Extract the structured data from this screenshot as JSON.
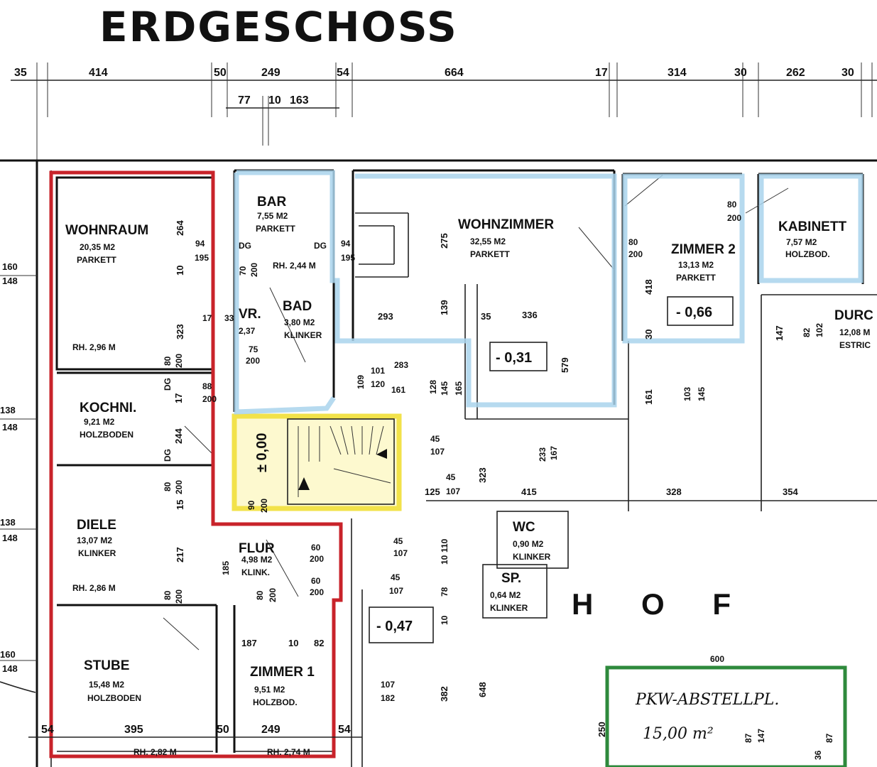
{
  "title": "ERDGESCHOSS",
  "dims_top": [
    "35",
    "414",
    "50",
    "249",
    "54",
    "664",
    "17",
    "314",
    "30",
    "262",
    "30"
  ],
  "dims_top2": [
    "77",
    "10",
    "163"
  ],
  "dims_left": [
    "160",
    "148",
    "138",
    "148",
    "138",
    "148",
    "160",
    "148"
  ],
  "dims_bottom": [
    "54",
    "395",
    "50",
    "249",
    "54"
  ],
  "rooms": {
    "wohnraum": {
      "name": "WOHNRAUM",
      "area": "20,35 M2",
      "floor": "PARKETT",
      "height": "RH. 2,96 M"
    },
    "kochni": {
      "name": "KOCHNI.",
      "area": "9,21 M2",
      "floor": "HOLZBODEN"
    },
    "diele": {
      "name": "DIELE",
      "area": "13,07 M2",
      "floor": "KLINKER",
      "height": "RH. 2,86 M"
    },
    "stube": {
      "name": "STUBE",
      "area": "15,48 M2",
      "floor": "HOLZBODEN",
      "height": "RH. 2,82 M"
    },
    "bar": {
      "name": "BAR",
      "area": "7,55 M2",
      "floor": "PARKETT",
      "height": "RH. 2,44 M"
    },
    "vr": {
      "name": "VR.",
      "area": "2,37"
    },
    "bad": {
      "name": "BAD",
      "area": "3,80 M2",
      "floor": "KLINKER"
    },
    "wohnzimmer": {
      "name": "WOHNZIMMER",
      "area": "32,55 M2",
      "floor": "PARKETT"
    },
    "zimmer2": {
      "name": "ZIMMER 2",
      "area": "13,13 M2",
      "floor": "PARKETT"
    },
    "kabinett": {
      "name": "KABINETT",
      "area": "7,57 M2",
      "floor": "HOLZBOD."
    },
    "durch": {
      "name": "DURC",
      "area": "12,08 M",
      "floor": "ESTRIC"
    },
    "flur": {
      "name": "FLUR",
      "area": "4,98 M2",
      "floor": "KLINK."
    },
    "zimmer1": {
      "name": "ZIMMER 1",
      "area": "9,51 M2",
      "floor": "HOLZBOD.",
      "height": "RH. 2,74 M"
    },
    "wc": {
      "name": "WC",
      "area": "0,90 M2",
      "floor": "KLINKER"
    },
    "sp": {
      "name": "SP.",
      "area": "0,64 M2",
      "floor": "KLINKER"
    },
    "hof": "H O F",
    "pkw": {
      "name": "PKW-ABSTELLPL.",
      "area": "15,00 m²",
      "width_note": "600"
    }
  },
  "levels": {
    "stair": "± 0,00",
    "wohnzimmer": "- 0,31",
    "zimmer2": "- 0,66",
    "flur": "- 0,47"
  },
  "inner_dims": {
    "d264": "264",
    "d10": "10",
    "d323": "323",
    "d94a": "94",
    "d195a": "195",
    "dDGa": "DG",
    "dDGb": "DG",
    "d94b": "94",
    "d195b": "195",
    "d17": "17",
    "d33": "33",
    "d70": "70",
    "d200a": "200",
    "d75": "75",
    "d200b": "200",
    "d80a": "80",
    "d200c": "200",
    "d88": "88",
    "d200d": "200",
    "dDGc": "DG",
    "dDGd": "DG",
    "d17b": "17",
    "d244": "244",
    "d80b": "80",
    "d200e": "200",
    "d15": "15",
    "d217": "217",
    "d80c": "80",
    "d200f": "200",
    "d185": "185",
    "d80d": "80",
    "d200g": "200",
    "d60a": "60",
    "d200h": "200",
    "d60b": "60",
    "d200i": "200",
    "d187": "187",
    "d10b": "10",
    "d82": "82",
    "d275": "275",
    "d139": "139",
    "d293": "293",
    "d35": "35",
    "d336": "336",
    "d579": "579",
    "d283": "283",
    "d101": "101",
    "d120": "120",
    "d109": "109",
    "d161": "161",
    "d128": "128",
    "d145": "145",
    "d165": "165",
    "d45a": "45",
    "d107a": "107",
    "d45b": "45",
    "d107b": "107",
    "d125": "125",
    "d323b": "323",
    "d233": "233",
    "d167": "167",
    "d415": "415",
    "d328": "328",
    "d354": "354",
    "d80e": "80",
    "d200j": "200",
    "d80f": "80",
    "d200k": "200",
    "d418": "418",
    "d30": "30",
    "d161b": "161",
    "d103": "103",
    "d145b": "145",
    "d147": "147",
    "d82b": "82",
    "d102": "102",
    "d45c": "45",
    "d107c": "107",
    "d45d": "45",
    "d107d": "107",
    "d110": "110",
    "d10c": "10",
    "d78": "78",
    "d10d": "10",
    "d107e": "107",
    "d182": "182",
    "d382": "382",
    "d648": "648",
    "d250": "250",
    "d87a": "87",
    "d147b": "147",
    "d87b": "87",
    "d36": "36",
    "d90": "90",
    "d200l": "200"
  },
  "highlight_colors": {
    "red": "#c8232a",
    "blue": "#a9d4ec",
    "yellow": "#f2e24a",
    "green": "#2e8a3c"
  }
}
